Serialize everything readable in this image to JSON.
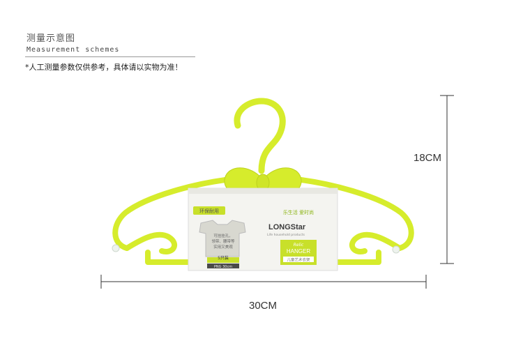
{
  "header": {
    "title_cn": "测量示意图",
    "title_en": "Measurement schemes",
    "note": "*人工测量参数仅供参考，具体请以实物为准！"
  },
  "dimensions": {
    "height_label": "18CM",
    "width_label": "30CM"
  },
  "product": {
    "brand": "LONGStar",
    "brand_sub": "Life household products",
    "tag_green": "环保耐用",
    "slogan": "乐生活 爱时尚",
    "card_text_1": "可挂挂孔，",
    "card_text_2": "领带、腰带等",
    "card_text_3": "实用又美观",
    "count": "5只装",
    "size": "PNG 30cm",
    "badge_title": "HANGER",
    "badge_sub": "Relic",
    "badge_cn": "儿童艺术衣架"
  },
  "colors": {
    "hanger": "#d6ec2c",
    "hanger_dark": "#bcd11e",
    "card_bg": "#f4f4f0",
    "card_dark": "#4a4a48",
    "accent_green": "#c8e02a"
  }
}
